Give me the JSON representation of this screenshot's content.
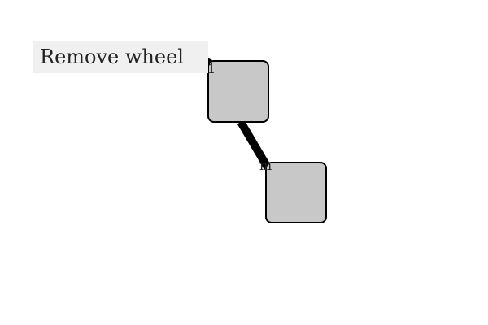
{
  "context_menu": {
    "remove_wheel_label": "Remove wheel"
  },
  "nodes": [
    {
      "id": "top"
    },
    {
      "id": "bottom"
    }
  ],
  "edge": {
    "from": "top",
    "to": "bottom",
    "from_label": "1",
    "to_label": "m"
  },
  "colors": {
    "background": "#ffffff",
    "node_fill": "#c8c8c8",
    "node_stroke": "#000000",
    "edge": "#000000",
    "menu_background": "#f0f0f0",
    "menu_text": "#222222"
  }
}
